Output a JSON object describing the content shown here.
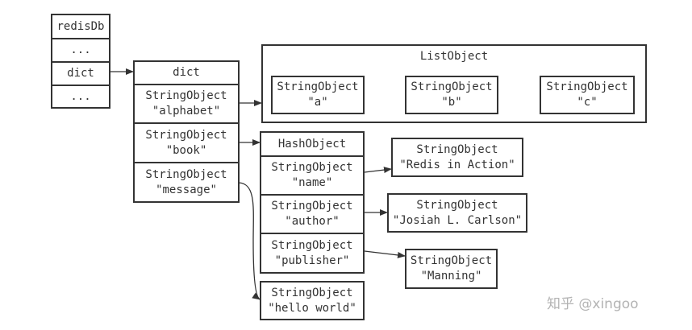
{
  "redisdb": {
    "title": "redisDb",
    "row1": "...",
    "row2": "dict",
    "row3": "..."
  },
  "dict": {
    "title": "dict",
    "alphabet": {
      "type": "StringObject",
      "value": "\"alphabet\""
    },
    "book": {
      "type": "StringObject",
      "value": "\"book\""
    },
    "message": {
      "type": "StringObject",
      "value": "\"message\""
    }
  },
  "list_object": {
    "title": "ListObject",
    "a": {
      "type": "StringObject",
      "value": "\"a\""
    },
    "b": {
      "type": "StringObject",
      "value": "\"b\""
    },
    "c": {
      "type": "StringObject",
      "value": "\"c\""
    }
  },
  "hash_object": {
    "title": "HashObject",
    "name": {
      "type": "StringObject",
      "value": "\"name\""
    },
    "author": {
      "type": "StringObject",
      "value": "\"author\""
    },
    "publisher": {
      "type": "StringObject",
      "value": "\"publisher\""
    }
  },
  "values": {
    "redis_in_action": {
      "type": "StringObject",
      "value": "\"Redis in Action\""
    },
    "josiah": {
      "type": "StringObject",
      "value": "\"Josiah L. Carlson\""
    },
    "manning": {
      "type": "StringObject",
      "value": "\"Manning\""
    },
    "hello_world": {
      "type": "StringObject",
      "value": "\"hello world\""
    }
  },
  "watermark": {
    "text": "知乎 @xingoo"
  },
  "colors": {
    "stroke": "#333333",
    "text": "#333333",
    "watermark": "#b3b3b3",
    "background": "#ffffff"
  }
}
